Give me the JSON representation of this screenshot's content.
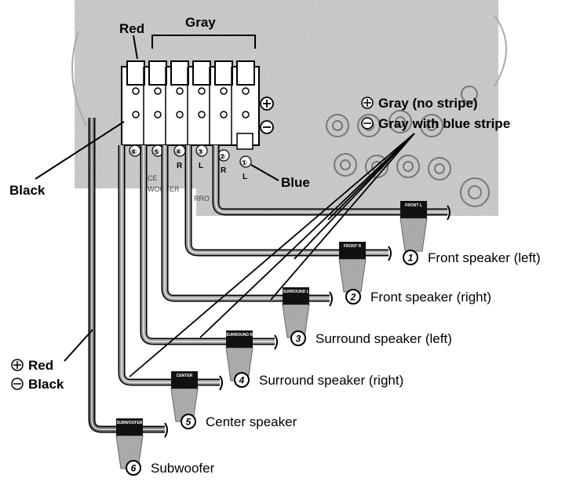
{
  "labels": {
    "red": "Red",
    "gray": "Gray",
    "black": "Black",
    "blue": "Blue",
    "plus_symbol": "⊕",
    "minus_symbol": "⊖",
    "legend_plus": "Gray (no stripe)",
    "legend_minus": "Gray with blue stripe",
    "sub_plus": "Red",
    "sub_minus": "Black"
  },
  "panel_text": {
    "bwoofer": "BWOOFER",
    "rro": "RRO",
    "ce": "CE"
  },
  "terminals": [
    {
      "num": "⑥",
      "side": ""
    },
    {
      "num": "⑤",
      "side": ""
    },
    {
      "num": "④",
      "side": "R"
    },
    {
      "num": "③",
      "side": "L"
    },
    {
      "num": "②",
      "side": "R"
    },
    {
      "num": "①",
      "side": "L"
    }
  ],
  "speakers": [
    {
      "num": "1",
      "tag": "FRONT L",
      "label": "Front speaker (left)"
    },
    {
      "num": "2",
      "tag": "FRONT R",
      "label": "Front speaker (right)"
    },
    {
      "num": "3",
      "tag": "SURROUND L",
      "label": "Surround speaker (left)"
    },
    {
      "num": "4",
      "tag": "SURROUND R",
      "label": "Surround speaker (right)"
    },
    {
      "num": "5",
      "tag": "CENTER",
      "label": "Center speaker"
    },
    {
      "num": "6",
      "tag": "SUBWOOFER",
      "label": "Subwoofer"
    }
  ],
  "colors": {
    "panel": "#c8c8c8",
    "wire_gray": "#9a9a9a",
    "wire_red": "#6a6a6a",
    "tag_black": "#111111"
  }
}
